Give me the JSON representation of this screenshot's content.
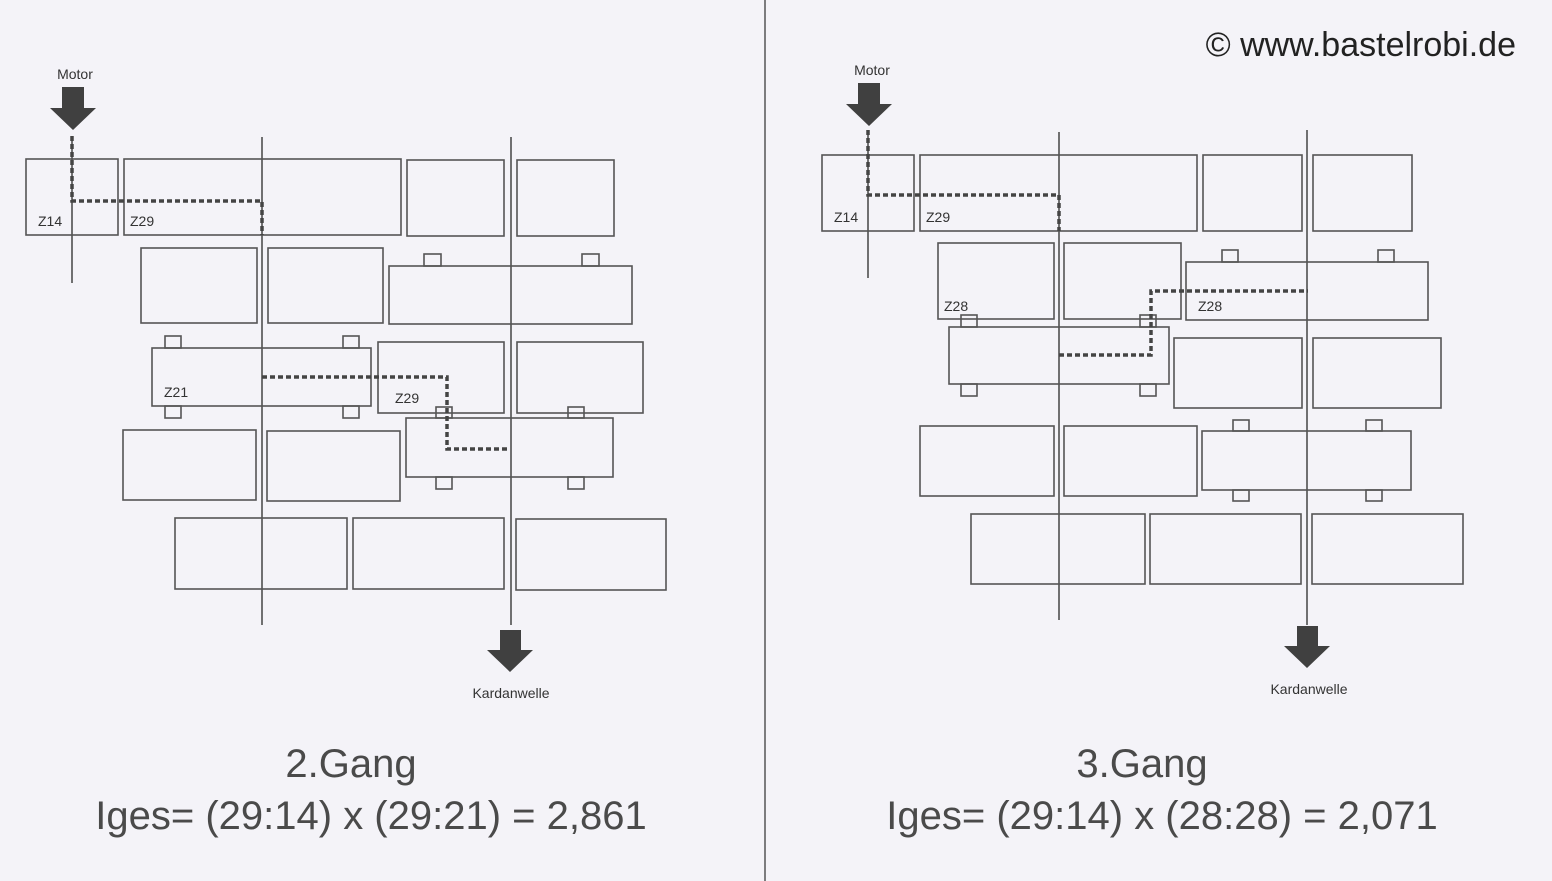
{
  "copyright": "© www.bastelrobi.de",
  "panels": [
    {
      "input_label": "Motor",
      "output_label": "Kardanwelle",
      "gear_labels": [
        "Z14",
        "Z29",
        "Z21",
        "Z29"
      ],
      "title": "2.Gang",
      "formula": "Iges= (29:14) x (29:21) = 2,861"
    },
    {
      "input_label": "Motor",
      "output_label": "Kardanwelle",
      "gear_labels": [
        "Z14",
        "Z29",
        "Z28",
        "Z28"
      ],
      "title": "3.Gang",
      "formula": "Iges= (29:14) x (28:28) = 2,071"
    }
  ]
}
